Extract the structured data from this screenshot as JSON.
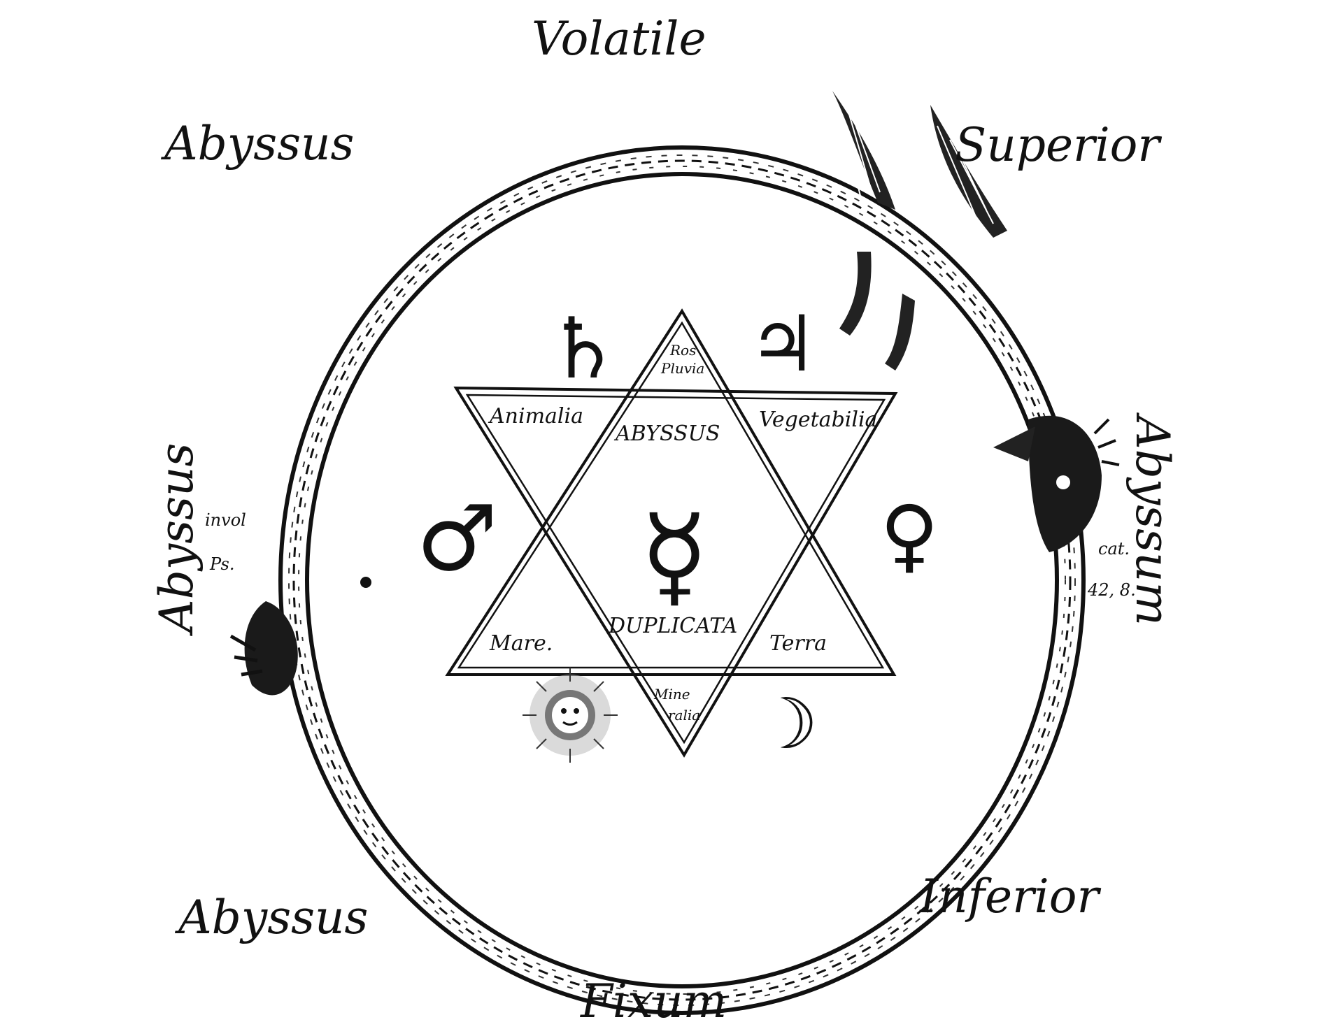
{
  "labels": {
    "top": "Volatile",
    "bottom": "Fixum",
    "upper_left": "Abyssus",
    "upper_right": "Superior",
    "lower_left": "Abyssus",
    "lower_right": "Inferior",
    "left_vertical": "Abyssus",
    "right_vertical": "Abyssum",
    "left_note_1": "invol",
    "left_note_2": "Ps.",
    "right_note_1": "cat.",
    "right_note_2": "42, 8."
  },
  "star": {
    "top_point_1": "Ros",
    "top_point_2": "Pluvia",
    "upper_left": "Animalia",
    "upper_right": "Vegetabilia",
    "upper_center": "ABYSSUS",
    "center_lower": "DUPLICATA",
    "lower_left": "Mare.",
    "lower_right": "Terra",
    "bottom_point_1": "Mine",
    "bottom_point_2": "ralia"
  },
  "symbols": {
    "saturn": "♄",
    "jupiter": "♃",
    "mars": "♂",
    "venus": "♀",
    "mercury": "☿",
    "moon": "☽",
    "sun": "sun-face"
  },
  "colors": {
    "ink": "#111111",
    "paper": "#ffffff"
  }
}
